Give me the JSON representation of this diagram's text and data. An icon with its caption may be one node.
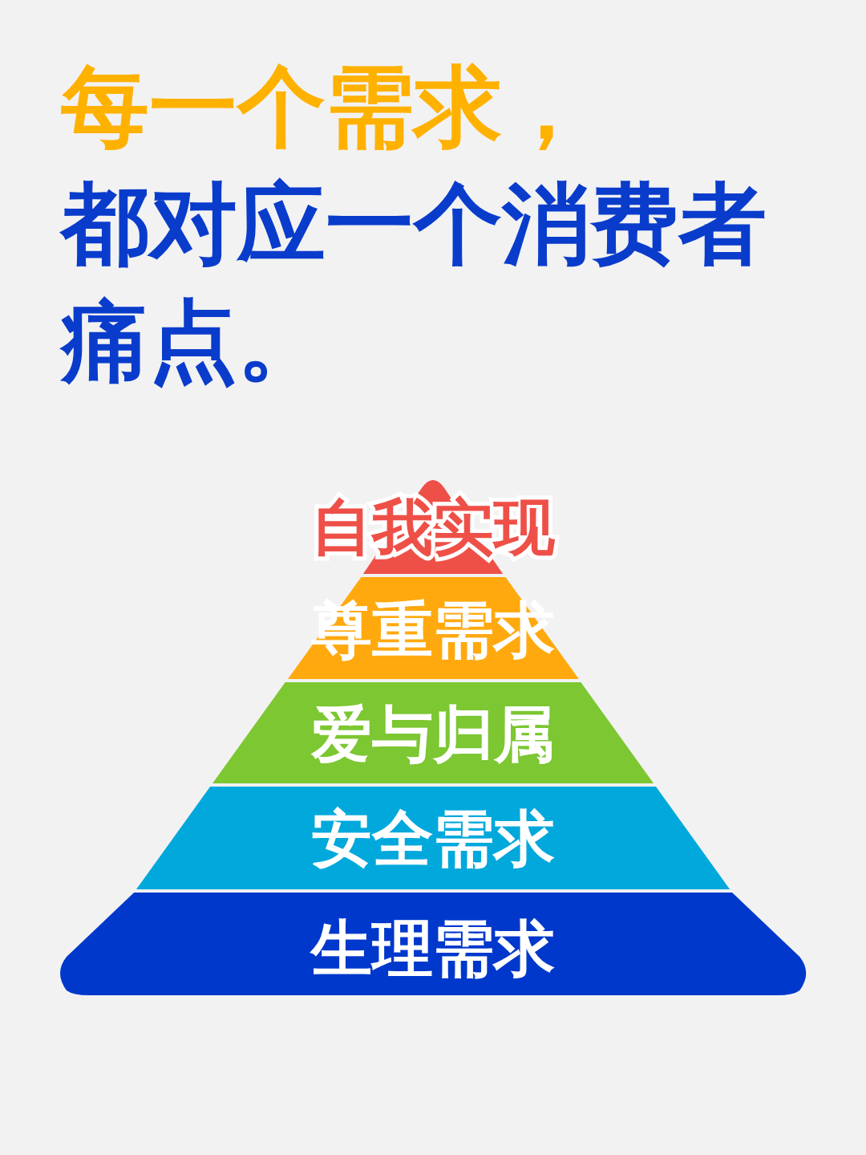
{
  "diagram": {
    "nodes": [
      {
        "text": [
          "自我实现"
        ]
      },
      {
        "text": [
          "尊重需求"
        ]
      },
      {
        "text": [
          "爱与归属"
        ]
      },
      {
        "text": [
          "安全需求"
        ]
      },
      {
        "text": [
          "生理需求"
        ]
      }
    ],
    "labels": [
      "每一个需求，",
      "都对应一个消费者痛点。"
    ]
  }
}
